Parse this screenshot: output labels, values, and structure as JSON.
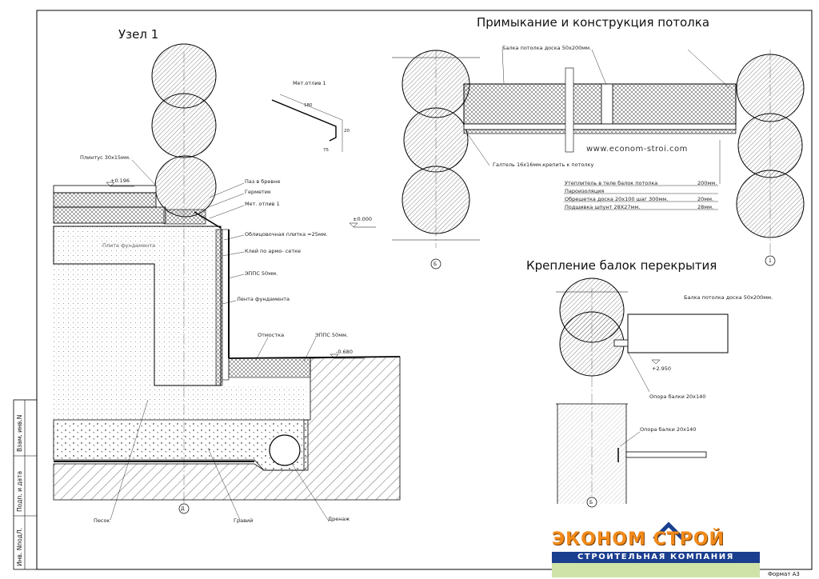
{
  "titles": {
    "node": "Узел 1",
    "ceiling": "Примыкание и конструкция потолка",
    "beams": "Крепление балок перекрытия"
  },
  "node1": {
    "labels": {
      "plinth": "Плинтус 30х15мм.",
      "groove": "Паз в бревне",
      "sealant": "Герметик",
      "flashing": "Мет. отлив 1",
      "tile": "Облицовочная плитка ≈25мм.",
      "glue": "Клей по армо- сетке",
      "xps1": "ЭППС 50мм.",
      "strip": "Лента фундамента",
      "blind": "Отмостка",
      "xps2": "ЭППС 50мм.",
      "slab": "Плита фундамента",
      "sand": "Песок",
      "gravel": "Гравий",
      "drain": "Дренаж"
    },
    "levels": {
      "floor": "+0.196",
      "zero": "±0.000",
      "ground": "-0.680"
    },
    "axis": "Д"
  },
  "flashing_detail": {
    "title": "Мет.отлив 1",
    "dim1": "180",
    "dim2": "20",
    "dim3": "75"
  },
  "ceiling": {
    "beam_note": "Балка потолка доска 50х200мм.",
    "fillet_note": "Галтель 16х16мм.крепить к потолку",
    "website": "www.econom-stroi.com",
    "layers": [
      {
        "name": "Утеплитель в теле балок потолка",
        "value": "200мм."
      },
      {
        "name": "Пароизоляция",
        "value": ""
      },
      {
        "name": "Обрешетка доска 20х100 шаг 300мм.",
        "value": "20мм."
      },
      {
        "name": "Подшивка шпунт 28Х27мм.",
        "value": "28мм."
      }
    ],
    "axis_left": "Б",
    "axis_right": "1"
  },
  "beams": {
    "beam_note": "Балка потолка доска 50х200мм.",
    "level": "+2.950",
    "support1": "Опора балки 20х140",
    "support2": "Опора балки 20х140",
    "axis": "Б"
  },
  "stamp": {
    "cells": [
      "Взам. инв.N",
      "Подп. и дата",
      "Инв. NподЛ."
    ]
  },
  "sheet_format": "Формат А3",
  "logo": {
    "line1": "ЭКОНОМ СТРОЙ",
    "line2": "СТРОИТЕЛЬНАЯ КОМПАНИЯ",
    "accent": "#f28a1a",
    "brand": "#1b3f8f"
  }
}
